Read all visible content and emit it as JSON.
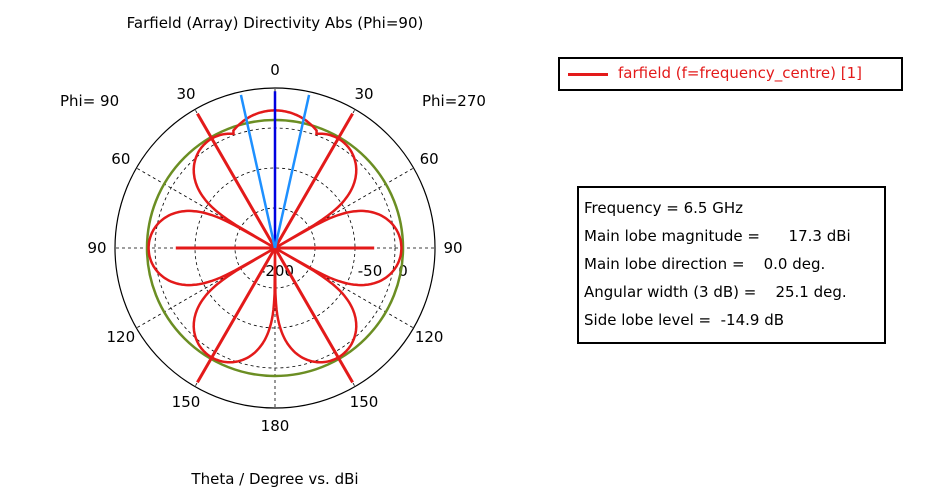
{
  "chart_data": {
    "type": "polar",
    "title": "Farfield (Array) Directivity Abs (Phi=90)",
    "xlabel": "Theta / Degree vs. dBi",
    "left_label": "Phi= 90",
    "right_label": "Phi=270",
    "angle_ticks": [
      "0",
      "30",
      "60",
      "90",
      "120",
      "150",
      "180",
      "150",
      "120",
      "90",
      "60",
      "30"
    ],
    "radial_ticks": [
      "-200",
      "-50",
      "0"
    ],
    "series": [
      {
        "name": "farfield (f=frequency_centre) [1]",
        "color": "#e31a1a",
        "lobes_deg": [
          0,
          60,
          90,
          120,
          180
        ],
        "main_lobe_dbi": 17.3,
        "side_lobe_level_db": -14.9
      }
    ],
    "reference_circle_color": "#6b8e23",
    "beam_lines": [
      {
        "angle_deg": 0,
        "color": "#0000e0",
        "kind": "main-direction"
      },
      {
        "angle_deg": -12.55,
        "color": "#1e90ff",
        "kind": "3db-edge"
      },
      {
        "angle_deg": 12.55,
        "color": "#1e90ff",
        "kind": "3db-edge"
      }
    ]
  },
  "legend": {
    "label": "farfield (f=frequency_centre) [1]",
    "color": "#e31a1a"
  },
  "info": {
    "rows": [
      "Frequency = 6.5 GHz",
      "Main lobe magnitude =      17.3 dBi",
      "Main lobe direction =    0.0 deg.",
      "Angular width (3 dB) =    25.1 deg.",
      "Side lobe level =  -14.9 dB"
    ]
  }
}
